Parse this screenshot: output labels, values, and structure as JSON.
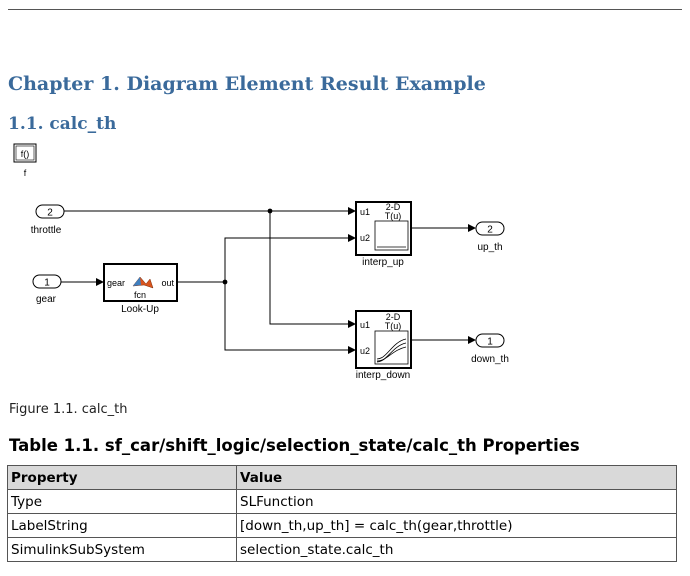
{
  "chapter": {
    "title": "Chapter 1. Diagram Element Result Example"
  },
  "section": {
    "title": "1.1. calc_th"
  },
  "diagram": {
    "f_block": {
      "glyph": "f()",
      "label": "f"
    },
    "inports": [
      {
        "number": "2",
        "label": "throttle"
      },
      {
        "number": "1",
        "label": "gear"
      }
    ],
    "lookup_block": {
      "in_port": "gear",
      "out_port": "out",
      "inner_label": "fcn",
      "label": "Look-Up"
    },
    "interp_up": {
      "port1": "u1",
      "port2": "u2",
      "title_line1": "2-D",
      "title_line2": "T(u)",
      "label": "interp_up"
    },
    "interp_down": {
      "port1": "u1",
      "port2": "u2",
      "title_line1": "2-D",
      "title_line2": "T(u)",
      "label": "interp_down"
    },
    "outports": [
      {
        "number": "2",
        "label": "up_th"
      },
      {
        "number": "1",
        "label": "down_th"
      }
    ]
  },
  "figure": {
    "caption": "Figure 1.1. calc_th"
  },
  "table": {
    "title": "Table 1.1. sf_car/shift_logic/selection_state/calc_th Properties",
    "headers": [
      "Property",
      "Value"
    ],
    "rows": [
      [
        "Type",
        "SLFunction"
      ],
      [
        "LabelString",
        "[down_th,up_th] = calc_th(gear,throttle)"
      ],
      [
        "SimulinkSubSystem",
        "selection_state.calc_th"
      ]
    ]
  }
}
